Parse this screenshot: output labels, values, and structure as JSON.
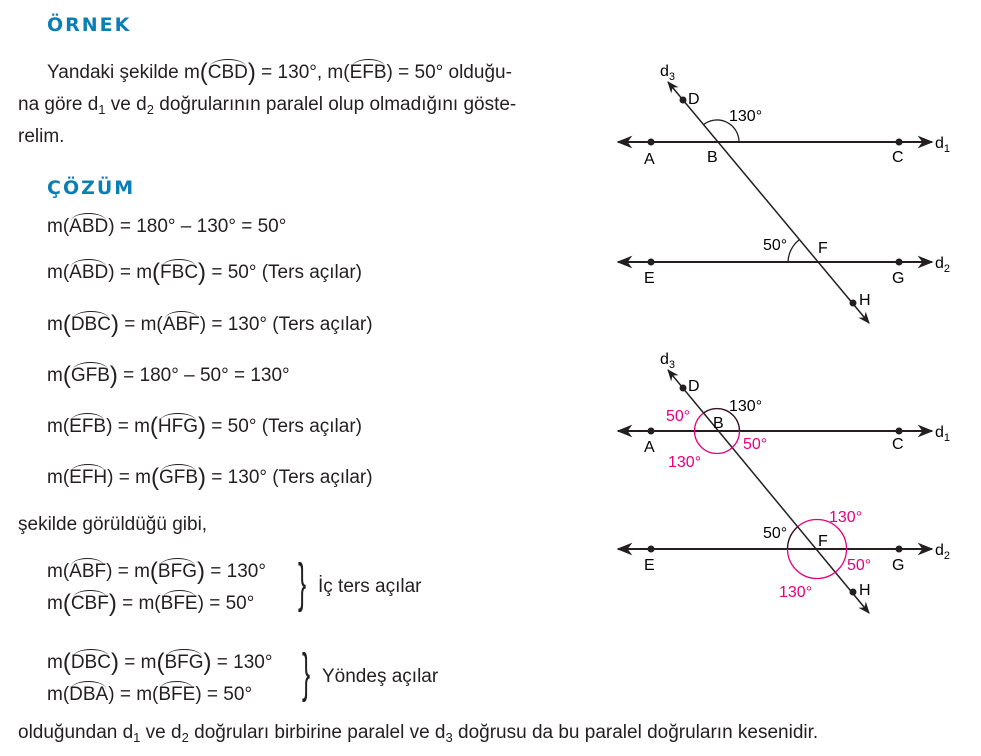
{
  "example": {
    "heading": "ÖRNEK",
    "line1": {
      "pre": "Yandaki şekilde m",
      "angle1": "CBD",
      "mid": " = 130°,  m",
      "angle2": "EFB",
      "post": " = 50°  olduğu-"
    },
    "line2": {
      "p1": "na göre d",
      "s1": "1",
      "p2": " ve d",
      "s2": "2",
      "p3": " doğrularının paralel olup olmadığını göste-"
    },
    "line3": "relim."
  },
  "solution": {
    "heading": "ÇÖZÜM",
    "steps": [
      {
        "a": "ABD",
        "rest": " = 180° – 130° = 50°"
      },
      {
        "a": "ABD",
        "b": "FBC",
        "value": " = 50°",
        "note": "  (Ters açılar)"
      },
      {
        "a": "DBC",
        "b": "ABF",
        "value": " = 130°",
        "note": "  (Ters açılar)"
      },
      {
        "a": "GFB",
        "rest": " = 180° – 50° = 130°"
      },
      {
        "a": "EFB",
        "b": "HFG",
        "value": " = 50°",
        "note": "  (Ters açılar)"
      },
      {
        "a": "EFH",
        "b": "GFB",
        "value": " = 130°",
        "note": "  (Ters açılar)"
      }
    ],
    "seen_text": "şekilde görüldüğü gibi,",
    "groups": [
      {
        "rows": [
          {
            "a": "ABF",
            "b": "BFG",
            "value": " = 130°"
          },
          {
            "a": "CBF",
            "b": "BFE",
            "value": " = 50°"
          }
        ],
        "label": "İç ters açılar"
      },
      {
        "rows": [
          {
            "a": "DBC",
            "b": "BFG",
            "value": " = 130°"
          },
          {
            "a": "DBA",
            "b": "BFE",
            "value": " = 50°"
          }
        ],
        "label": "Yöndeş açılar"
      }
    ],
    "conclusion": {
      "p1": "olduğundan d",
      "s1": "1",
      "p2": " ve d",
      "s2": "2",
      "p3": " doğruları birbirine paralel ve d",
      "s3": "3",
      "p4": " doğrusu da bu paralel doğruların kesenidir."
    }
  },
  "figure_top": {
    "labels": {
      "d3": "d",
      "d3sub": "3",
      "d1": "d",
      "d1sub": "1",
      "d2": "d",
      "d2sub": "2",
      "A": "A",
      "B": "B",
      "C": "C",
      "D": "D",
      "E": "E",
      "F": "F",
      "G": "G",
      "H": "H"
    },
    "angle_130": "130°",
    "angle_50": "50°"
  },
  "figure_bottom": {
    "labels": {
      "d3": "d",
      "d3sub": "3",
      "d1": "d",
      "d1sub": "1",
      "d2": "d",
      "d2sub": "2",
      "A": "A",
      "B": "B",
      "C": "C",
      "D": "D",
      "E": "E",
      "F": "F",
      "G": "G",
      "H": "H"
    },
    "given_130": "130°",
    "given_50": "50°",
    "derived_B": {
      "top_left": "50°",
      "bottom_right": "50°",
      "bottom_left": "130°"
    },
    "derived_F": {
      "top_right": "130°",
      "bottom_right": "50°",
      "bottom_left": "130°"
    }
  },
  "colors": {
    "heading": "#0a7fb5",
    "highlight": "#e6007e",
    "text": "#231f20"
  }
}
